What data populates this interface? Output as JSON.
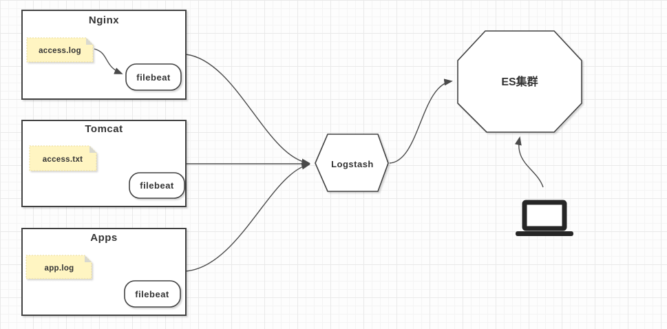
{
  "diagram": {
    "sources": [
      {
        "title": "Nginx",
        "note_label": "access.log",
        "agent_label": "filebeat"
      },
      {
        "title": "Tomcat",
        "note_label": "access.txt",
        "agent_label": "filebeat"
      },
      {
        "title": "Apps",
        "note_label": "app.log",
        "agent_label": "filebeat"
      }
    ],
    "logstash": {
      "label": "Logstash"
    },
    "es_cluster": {
      "label": "ES集群"
    },
    "icons": {
      "laptop": "laptop-icon"
    },
    "colors": {
      "shape_stroke": "#3f3f3f",
      "shape_fill": "#ffffff",
      "note_fill": "#fff5c2",
      "note_fold": "#d8d8d0",
      "text": "#333333",
      "grid_minor": "#f4f4f4",
      "grid_major": "#e9e9e9",
      "canvas_bg": "#fdfdfd"
    }
  }
}
